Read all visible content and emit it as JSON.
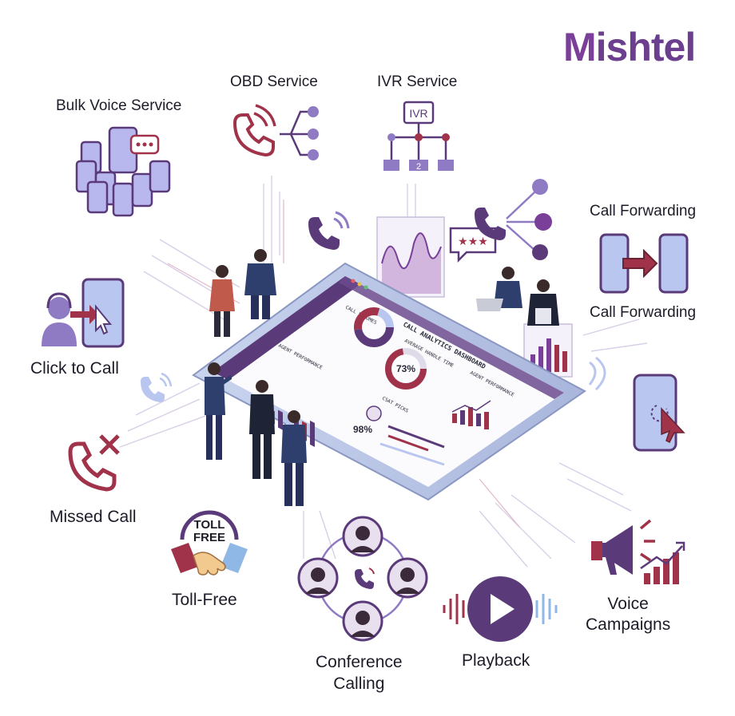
{
  "brand": {
    "name": "Mishtel",
    "first_letter": "M",
    "rest": "ishtel",
    "colors": {
      "primary": "#6b3f8e",
      "accent": "#a0334a",
      "light": "#8f7bc4"
    }
  },
  "services": {
    "bulk_voice": "Bulk Voice Service",
    "obd": "OBD Service",
    "ivr": "IVR Service",
    "call_forwarding_top": "Call Forwarding",
    "call_forwarding_bottom": "Call Forwarding",
    "click_to_call": "Click to Call",
    "missed_call": "Missed Call",
    "toll_free": "Toll-Free",
    "conference_line1": "Conference",
    "conference_line2": "Calling",
    "playback": "Playback",
    "voice_campaigns_line1": "Voice",
    "voice_campaigns_line2": "Campaigns"
  },
  "icons_text": {
    "ivr_box": "IVR",
    "ivr_node": "2",
    "toll_free_line1": "TOLL",
    "toll_free_line2": "FREE"
  },
  "dashboard": {
    "title": "CALL ANALYTICS DASHBOARD",
    "call_volume": "CALL VOLUMES",
    "agent_performance_left": "AGENT PERFORMANCE",
    "avg_handle_time": "AVERAGE HANDLE TIME",
    "avg_value": "73%",
    "agent_performance_right": "AGENT PERFORMANCE",
    "csat": "CSAT PICKS",
    "csat_value": "98%"
  }
}
